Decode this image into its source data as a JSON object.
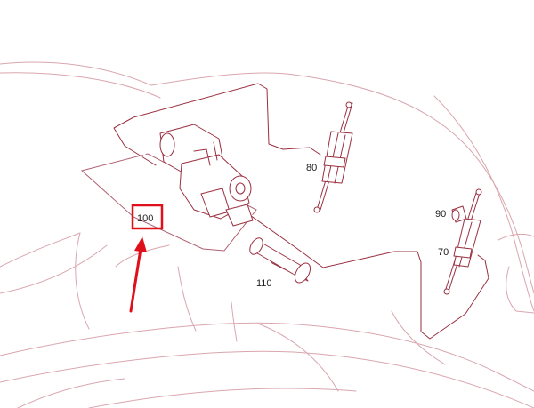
{
  "colors": {
    "line_art": "#9a3040",
    "body_outline": "#d9a6ae",
    "highlight": "#e0101a"
  },
  "callouts": {
    "c80": "80",
    "c90": "90",
    "c70": "70",
    "c110": "110",
    "c100": "100"
  },
  "highlighted_callout": "100"
}
